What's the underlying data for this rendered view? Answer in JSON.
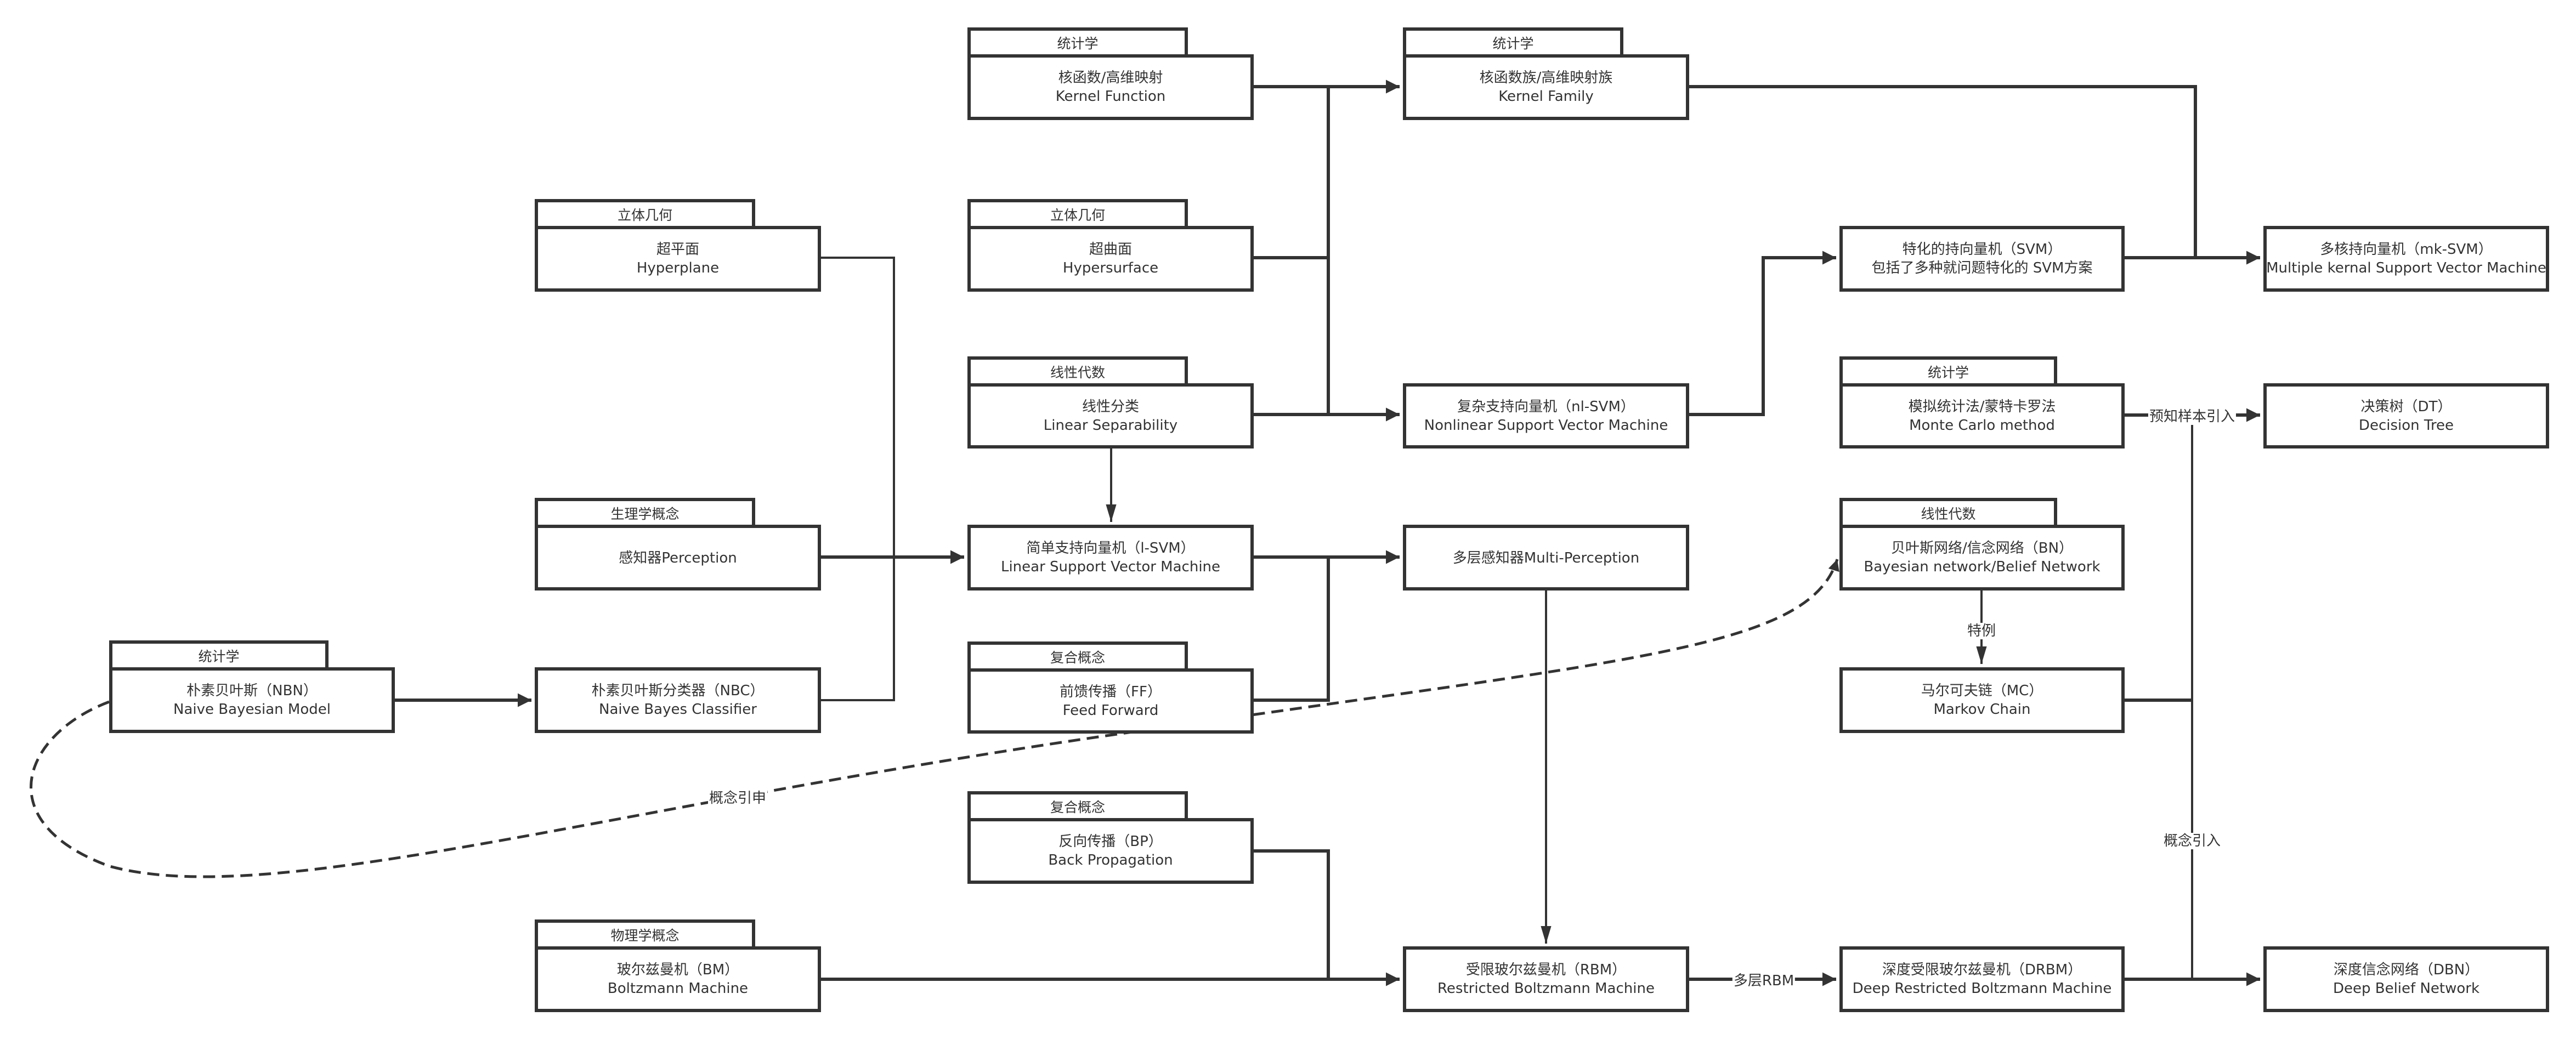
{
  "diagram": {
    "stroke_color": "#333333",
    "background": "#ffffff",
    "nodes": {
      "kernel_function": {
        "tag": "统计学",
        "line1": "核函数/高维映射",
        "line2": "Kernel Function"
      },
      "kernel_family": {
        "tag": "统计学",
        "line1": "核函数族/高维映射族",
        "line2": "Kernel Family"
      },
      "hyperplane": {
        "tag": "立体几何",
        "line1": "超平面",
        "line2": "Hyperplane"
      },
      "hypersurface": {
        "tag": "立体几何",
        "line1": "超曲面",
        "line2": "Hypersurface"
      },
      "linear_separability": {
        "tag": "线性代数",
        "line1": "线性分类",
        "line2": "Linear Separability"
      },
      "perception": {
        "tag": "生理学概念",
        "line1": "感知器Perception",
        "line2": ""
      },
      "l_svm": {
        "line1": "简单支持向量机（l-SVM）",
        "line2": "Linear Support Vector Machine"
      },
      "multi_perception": {
        "line1": "多层感知器Multi-Perception",
        "line2": ""
      },
      "feed_forward": {
        "tag": "复合概念",
        "line1": "前馈传播（FF）",
        "line2": "Feed Forward"
      },
      "naive_bayesian": {
        "tag": "统计学",
        "line1": "朴素贝叶斯（NBN）",
        "line2": "Naive Bayesian Model"
      },
      "naive_bayes_classifier": {
        "line1": "朴素贝叶斯分类器（NBC）",
        "line2": "Naive Bayes Classifier"
      },
      "back_propagation": {
        "tag": "复合概念",
        "line1": "反向传播（BP）",
        "line2": "Back Propagation"
      },
      "boltzmann": {
        "tag": "物理学概念",
        "line1": "玻尔兹曼机（BM）",
        "line2": "Boltzmann Machine"
      },
      "rbm": {
        "line1": "受限玻尔兹曼机（RBM）",
        "line2": "Restricted Boltzmann Machine"
      },
      "drbm": {
        "line1": "深度受限玻尔兹曼机（DRBM）",
        "line2": "Deep Restricted Boltzmann Machine"
      },
      "dbn": {
        "line1": "深度信念网络（DBN）",
        "line2": "Deep Belief Network"
      },
      "nl_svm": {
        "line1": "复杂支持向量机（nl-SVM）",
        "line2": "Nonlinear Support Vector Machine"
      },
      "specialized_svm": {
        "line1": "特化的持向量机（SVM）",
        "line2": "包括了多种就问题特化的 SVM方案"
      },
      "mk_svm": {
        "line1": "多核持向量机（mk-SVM）",
        "line2": "Multiple kernal Support Vector Machine"
      },
      "monte_carlo": {
        "tag": "统计学",
        "line1": "模拟统计法/蒙特卡罗法",
        "line2": "Monte Carlo method"
      },
      "decision_tree": {
        "line1": "决策树（DT）",
        "line2": "Decision Tree"
      },
      "bayesian_network": {
        "tag": "线性代数",
        "line1": "贝叶斯网络/信念网络（BN）",
        "line2": "Bayesian network/Belief Network"
      },
      "markov_chain": {
        "line1": "马尔可夫链（MC）",
        "line2": "Markov Chain"
      }
    },
    "edge_labels": {
      "concept_extension": "概念引申",
      "prior_sample": "预知样本引入",
      "special_case": "特例",
      "multi_rbm": "多层RBM",
      "concept_introduction": "概念引入"
    }
  }
}
